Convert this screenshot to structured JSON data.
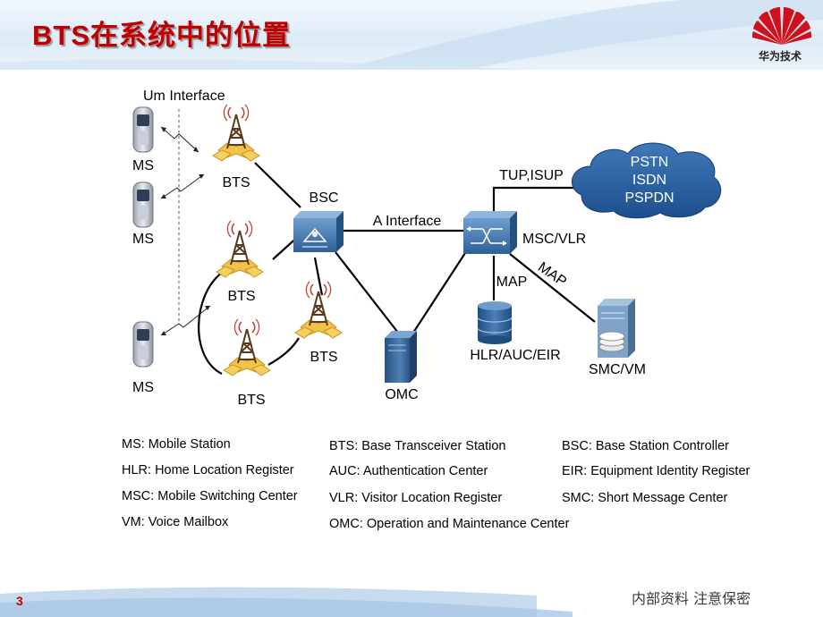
{
  "header": {
    "title": "BTS在系统中的位置",
    "logo_text": "华为技术",
    "brand_color": "#c00000"
  },
  "diagram": {
    "interface_um": "Um Interface",
    "interface_a": "A Interface",
    "label_tup_isup": "TUP,ISUP",
    "label_map_1": "MAP",
    "label_map_2": "MAP",
    "ms_1": "MS",
    "ms_2": "MS",
    "ms_3": "MS",
    "bts_1": "BTS",
    "bts_2": "BTS",
    "bts_3": "BTS",
    "bts_4": "BTS",
    "bsc": "BSC",
    "msc_vlr": "MSC/VLR",
    "omc": "OMC",
    "hlr_auc_eir": "HLR/AUC/EIR",
    "smc_vm": "SMC/VM",
    "cloud_lines": [
      "PSTN",
      "ISDN",
      "PSPDN"
    ]
  },
  "legend": {
    "col1": [
      "MS: Mobile Station",
      "HLR: Home Location Register",
      "MSC: Mobile Switching Center",
      "VM: Voice Mailbox"
    ],
    "col2": [
      "BTS: Base Transceiver Station",
      "AUC: Authentication Center",
      "VLR: Visitor Location Register",
      "OMC: Operation and Maintenance Center"
    ],
    "col3": [
      "BSC: Base Station Controller",
      "EIR: Equipment Identity Register",
      "SMC: Short  Message Center"
    ]
  },
  "footer": {
    "page_number": "3",
    "confidential": "内部资料  注意保密"
  }
}
